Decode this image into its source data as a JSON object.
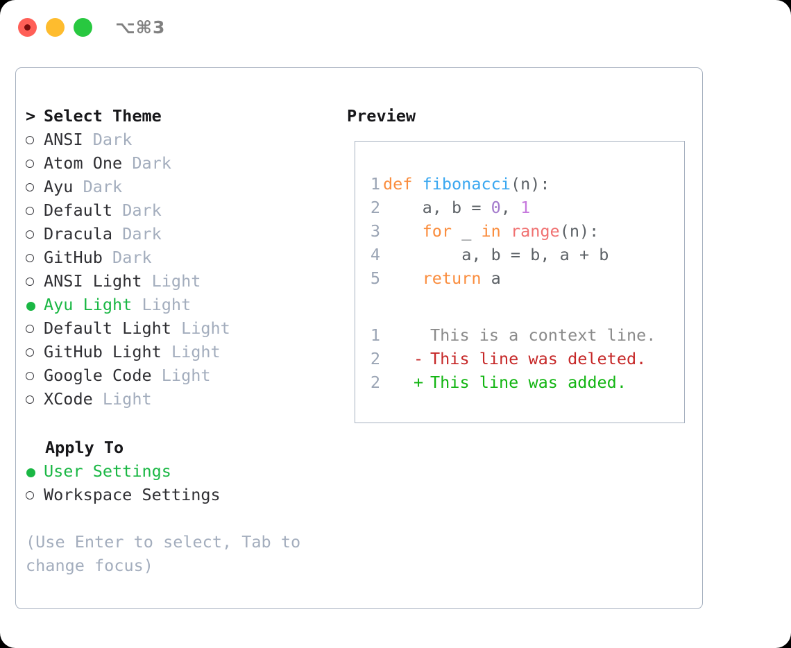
{
  "window": {
    "title": "⌥⌘3",
    "traffic_lights": [
      "close",
      "minimize",
      "maximize"
    ]
  },
  "theme_panel": {
    "heading_marker": "> ",
    "heading": "Select Theme",
    "items": [
      {
        "name": "ANSI",
        "kind": "Dark",
        "selected": false
      },
      {
        "name": "Atom One",
        "kind": "Dark",
        "selected": false
      },
      {
        "name": "Ayu",
        "kind": "Dark",
        "selected": false
      },
      {
        "name": "Default",
        "kind": "Dark",
        "selected": false
      },
      {
        "name": "Dracula",
        "kind": "Dark",
        "selected": false
      },
      {
        "name": "GitHub",
        "kind": "Dark",
        "selected": false
      },
      {
        "name": "ANSI Light",
        "kind": "Light",
        "selected": false
      },
      {
        "name": "Ayu Light",
        "kind": "Light",
        "selected": true
      },
      {
        "name": "Default Light",
        "kind": "Light",
        "selected": false
      },
      {
        "name": "GitHub Light",
        "kind": "Light",
        "selected": false
      },
      {
        "name": "Google Code",
        "kind": "Light",
        "selected": false
      },
      {
        "name": "XCode",
        "kind": "Light",
        "selected": false
      }
    ]
  },
  "apply_to": {
    "heading": "Apply To",
    "options": [
      {
        "label": "User Settings",
        "selected": true
      },
      {
        "label": "Workspace Settings",
        "selected": false
      }
    ]
  },
  "hint": "(Use Enter to select, Tab to change focus)",
  "preview": {
    "title": "Preview",
    "code_lines": [
      {
        "no": "1",
        "tokens": [
          {
            "t": "def ",
            "c": "kw"
          },
          {
            "t": "fibonacci",
            "c": "fn"
          },
          {
            "t": "(n):",
            "c": "plain"
          }
        ],
        "indent": 0
      },
      {
        "no": "2",
        "tokens": [
          {
            "t": "a, b = ",
            "c": "plain"
          },
          {
            "t": "0",
            "c": "num"
          },
          {
            "t": ", ",
            "c": "plain"
          },
          {
            "t": "1",
            "c": "num2"
          }
        ],
        "indent": 1
      },
      {
        "no": "3",
        "tokens": [
          {
            "t": "for ",
            "c": "kw"
          },
          {
            "t": "_ ",
            "c": "plain"
          },
          {
            "t": "in ",
            "c": "kw"
          },
          {
            "t": "range",
            "c": "call"
          },
          {
            "t": "(n):",
            "c": "plain"
          }
        ],
        "indent": 1
      },
      {
        "no": "4",
        "tokens": [
          {
            "t": "a, b = b, a + b",
            "c": "plain"
          }
        ],
        "indent": 2
      },
      {
        "no": "5",
        "tokens": [
          {
            "t": "return ",
            "c": "kw"
          },
          {
            "t": "a",
            "c": "plain"
          }
        ],
        "indent": 1
      }
    ],
    "diff_lines": [
      {
        "no": "1",
        "mark": " ",
        "text": "This is a context line.",
        "kind": "ctx"
      },
      {
        "no": "2",
        "mark": "-",
        "text": "This line was deleted.",
        "kind": "del"
      },
      {
        "no": "2",
        "mark": "+",
        "text": "This line was added.",
        "kind": "add"
      }
    ]
  },
  "colors": {
    "accent_green": "#1ab744",
    "muted": "#a3adbd",
    "border": "#a6b0bf",
    "keyword": "#fa8d3e",
    "function": "#3aa7f0",
    "number": "#a37acc",
    "call": "#f07171",
    "diff_add": "#12b512",
    "diff_del": "#c62828"
  }
}
